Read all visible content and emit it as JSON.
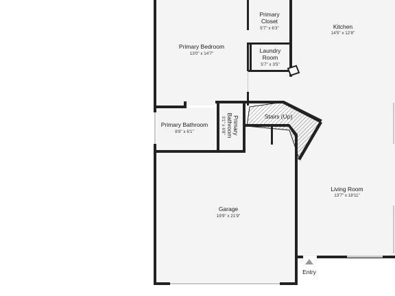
{
  "colors": {
    "wall": "#222222",
    "floor": "#f4f4f4",
    "window": "#c8c8c8",
    "stair_hatch": "#555555",
    "entry_marker": "#999999"
  },
  "rooms": {
    "primary_closet": {
      "name_line1": "Primary",
      "name_line2": "Closet",
      "dims": "5'7\" x 6'3\""
    },
    "kitchen": {
      "name": "Kitchen",
      "dims": "14'5\" x 12'8\""
    },
    "primary_bedroom": {
      "name": "Primary Bedroom",
      "dims": "13'0\" x 14'7\""
    },
    "laundry_room": {
      "name_line1": "Laundry",
      "name_line2": "Room",
      "dims": "5'7\" x 3'5\""
    },
    "stairs": {
      "name": "Stairs (Up)"
    },
    "primary_bathroom": {
      "name": "Primary Bathroom",
      "dims": "8'8\" x 6'1\""
    },
    "primary_bathroom_small": {
      "name_line1": "Primary",
      "name_line2": "Bathroom",
      "dims": "3'1\" x 6'8\""
    },
    "living_room": {
      "name": "Living Room",
      "dims": "13'7\" x 18'11\""
    },
    "garage": {
      "name": "Garage",
      "dims": "19'9\" x 21'9\""
    }
  },
  "entry": {
    "label": "Entry",
    "marker_icon": "triangle-up-icon"
  }
}
